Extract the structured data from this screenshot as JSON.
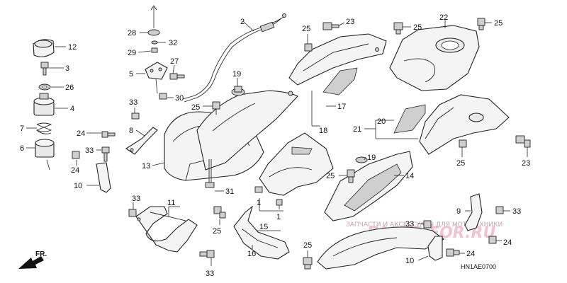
{
  "diagram": {
    "callouts": {
      "c28": "28",
      "c32": "32",
      "c29": "29",
      "c2": "2",
      "c12": "12",
      "c3": "3",
      "c26": "26",
      "c4": "4",
      "c7": "7",
      "c6": "6",
      "c5": "5",
      "c27": "27",
      "c30": "30",
      "c33a": "33",
      "c8": "8",
      "c24a": "24",
      "c33b": "33",
      "c24b": "24",
      "c10a": "10",
      "c13": "13",
      "c25a": "25",
      "c19a": "19",
      "c31": "31",
      "c25b": "25",
      "c23a": "23",
      "c17": "17",
      "c18": "18",
      "c22": "22",
      "c25c": "25",
      "c25d": "25",
      "c21": "21",
      "c20": "20",
      "c25e": "25",
      "c23b": "23",
      "c19b": "19",
      "c25f": "25",
      "c14": "14",
      "c1a": "1",
      "c1b": "1",
      "c15": "15",
      "c33c": "33",
      "c11": "11",
      "c25g": "25",
      "c16": "16",
      "c25h": "25",
      "c33d": "33",
      "c9": "9",
      "c33e": "33",
      "c33f": "33",
      "c24c": "24",
      "c24d": "24",
      "c10b": "10"
    },
    "direction_label": "FR.",
    "diagram_code": "HN1AE0700",
    "watermark_text": "ЗАПЧАСТИ И АКСЕССУАРЫ ДЛЯ МОТОТЕХНИКИ",
    "watermark_brand": "PARTS-FOR.RU",
    "colors": {
      "ink": "#222222",
      "watermark": "#f2c3cf",
      "paper": "#ffffff"
    }
  }
}
